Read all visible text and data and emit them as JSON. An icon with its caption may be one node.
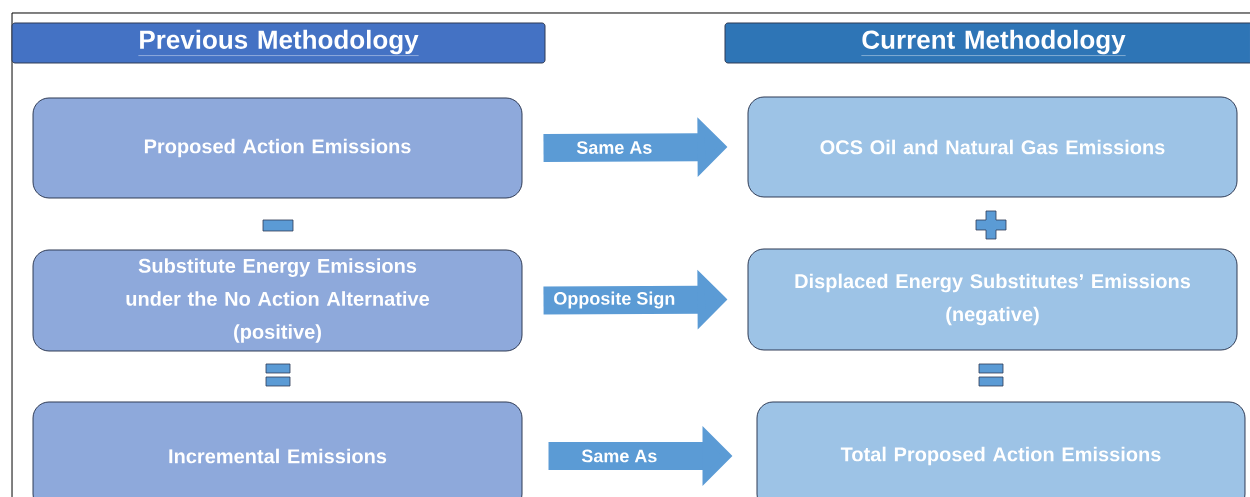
{
  "diagram": {
    "nodes": [
      {
        "text": [
          "Previous Methodology"
        ]
      },
      {
        "text": [
          "Current Methodology"
        ]
      },
      {
        "text": [
          "Proposed Action Emissions"
        ]
      },
      {
        "text": [
          "OCS Oil and Natural Gas Emissions"
        ]
      },
      {
        "text": [
          "Substitute Energy Emissions under the No Action Alternative",
          "(positive)"
        ]
      },
      {
        "text": [
          "Displaced Energy Substitutes’ Emissions",
          "(negative)"
        ]
      },
      {
        "text": [
          "Incremental Emissions"
        ]
      },
      {
        "text": [
          "Total Proposed Action Emissions"
        ]
      }
    ],
    "edges": [
      {
        "from": 2,
        "to": 3,
        "arrow": "to",
        "label": "Same As"
      },
      {
        "from": 4,
        "to": 5,
        "arrow": "to",
        "label": "Opposite Sign"
      },
      {
        "from": 6,
        "to": 7,
        "arrow": "to",
        "label": "Same As"
      }
    ]
  }
}
